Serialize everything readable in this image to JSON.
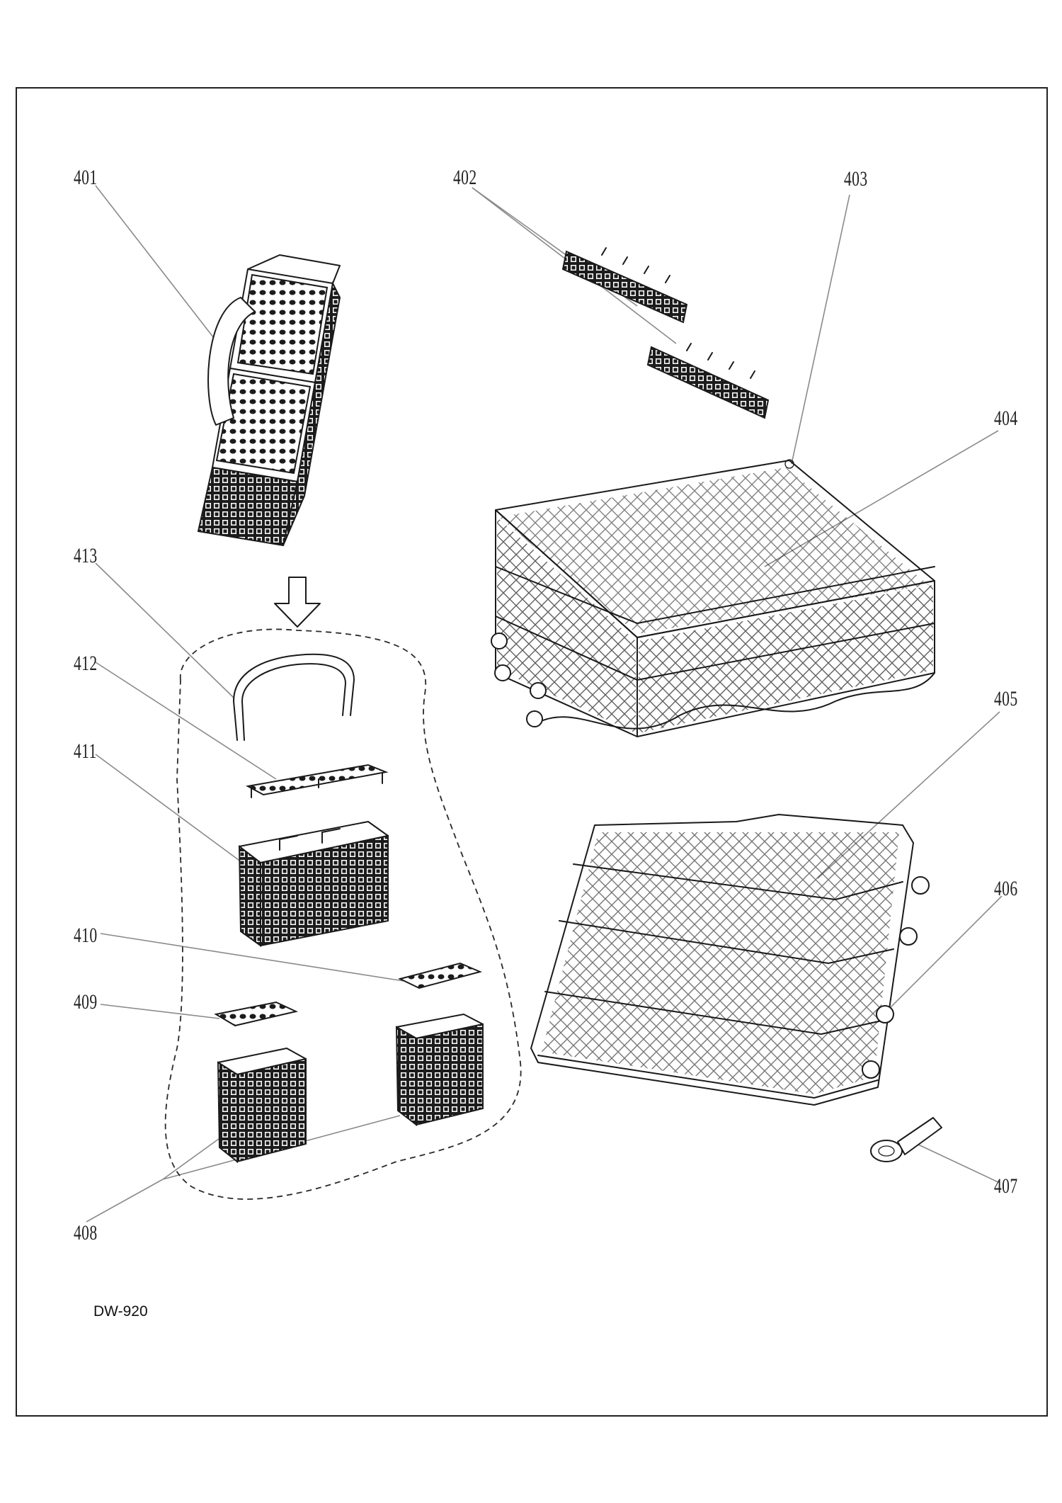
{
  "drawing": {
    "model_code": "DW-920",
    "colors": {
      "line": "#1a1a1a",
      "leader": "#8a8a8a",
      "background": "#ffffff"
    }
  },
  "callouts": [
    {
      "id": "401",
      "label": "401"
    },
    {
      "id": "402",
      "label": "402"
    },
    {
      "id": "403",
      "label": "403"
    },
    {
      "id": "404",
      "label": "404"
    },
    {
      "id": "405",
      "label": "405"
    },
    {
      "id": "406",
      "label": "406"
    },
    {
      "id": "407",
      "label": "407"
    },
    {
      "id": "408",
      "label": "408"
    },
    {
      "id": "409",
      "label": "409"
    },
    {
      "id": "410",
      "label": "410"
    },
    {
      "id": "411",
      "label": "411"
    },
    {
      "id": "412",
      "label": "412"
    },
    {
      "id": "413",
      "label": "413"
    }
  ],
  "icons": {
    "assembly_arrow": "arrow-down-icon"
  }
}
